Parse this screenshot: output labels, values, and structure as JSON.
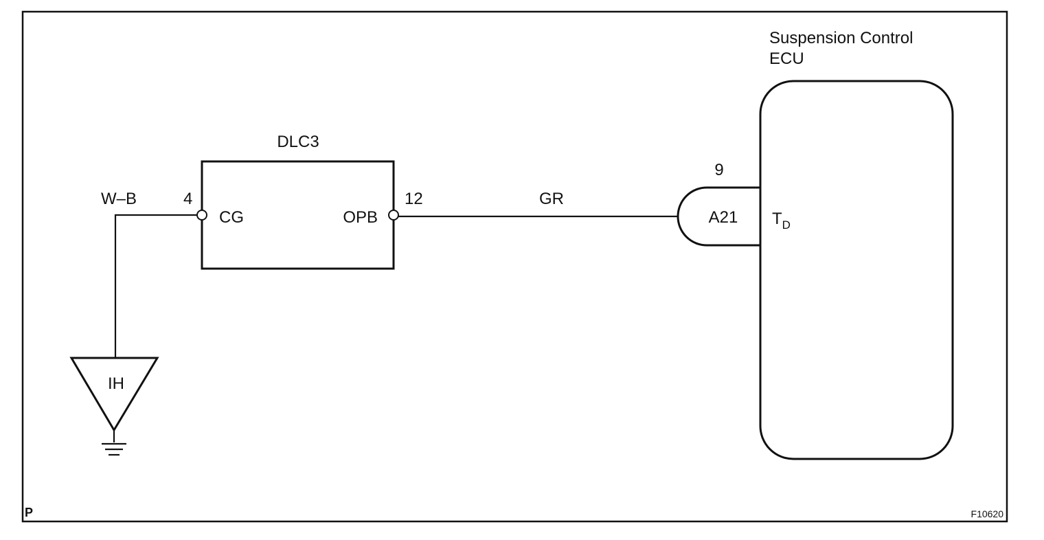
{
  "frame": {
    "corner_label": "P",
    "figure_id": "F10620"
  },
  "dlc3": {
    "title": "DLC3",
    "left_pin": {
      "number": "4",
      "terminal": "CG"
    },
    "right_pin": {
      "number": "12",
      "terminal": "OPB"
    }
  },
  "wires": {
    "ground_wire": "W–B",
    "signal_wire": "GR"
  },
  "ground": {
    "label": "IH"
  },
  "connector": {
    "pin": "9",
    "code": "A21"
  },
  "ecu": {
    "title_line1": "Suspension Control",
    "title_line2": "ECU",
    "terminal_main": "T",
    "terminal_sub": "D"
  }
}
